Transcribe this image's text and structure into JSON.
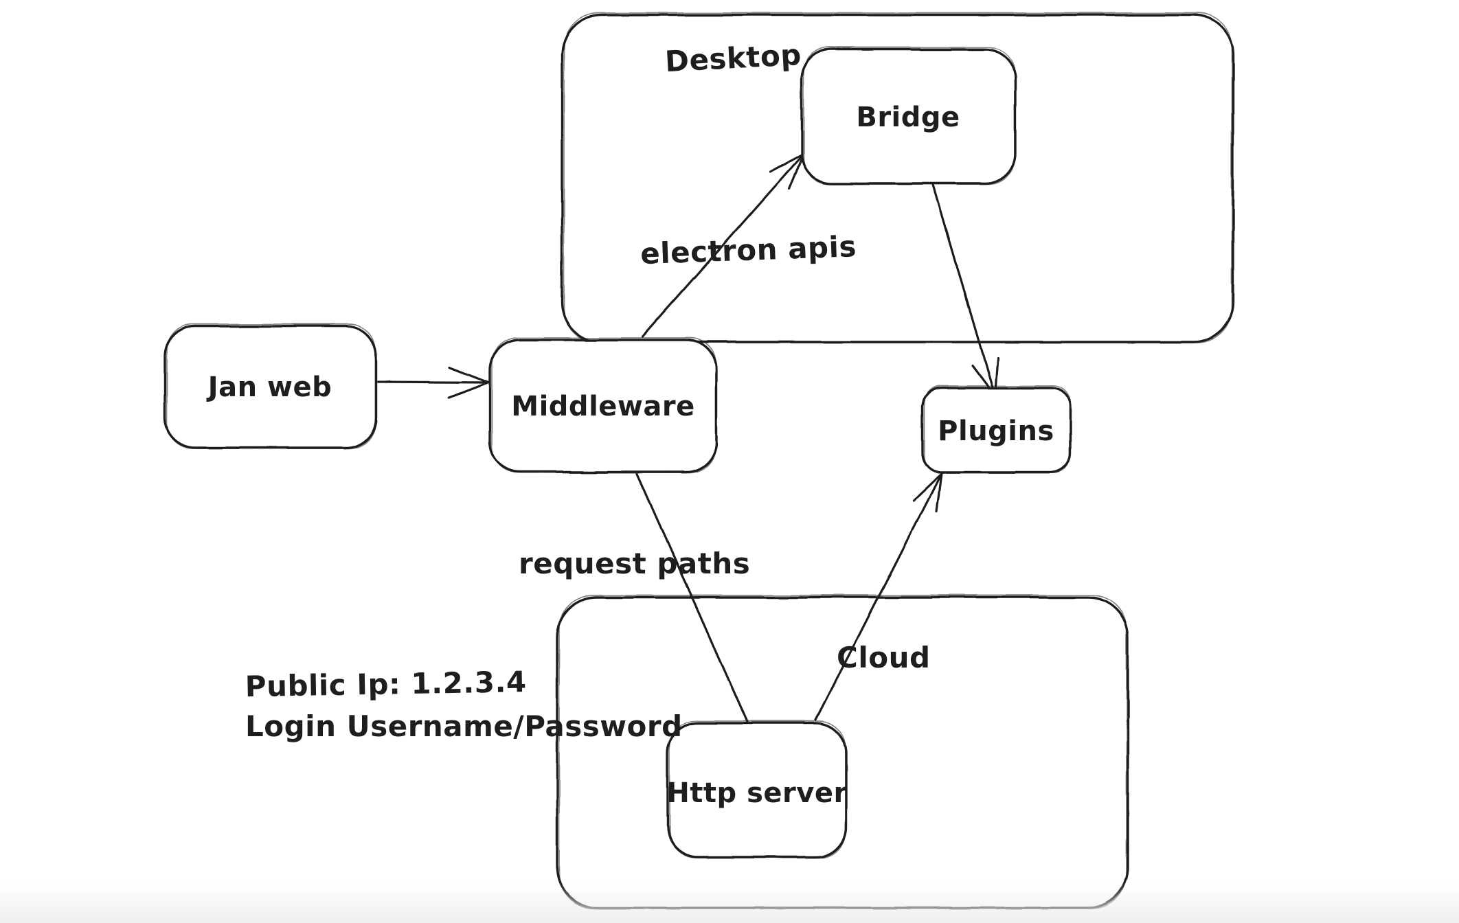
{
  "diagram": {
    "colors": {
      "stroke": "#1e1e1e",
      "background": "#ffffff"
    },
    "containers": {
      "desktop": {
        "label": "Desktop"
      },
      "cloud": {
        "label": "Cloud"
      }
    },
    "nodes": {
      "jan_web": {
        "label": "Jan web"
      },
      "middleware": {
        "label": "Middleware"
      },
      "bridge": {
        "label": "Bridge"
      },
      "plugins": {
        "label": "Plugins"
      },
      "http_server": {
        "label": "Http server"
      }
    },
    "edges": {
      "jan_web_to_middleware": {
        "label": ""
      },
      "middleware_to_bridge": {
        "label": "electron apis"
      },
      "bridge_to_plugins": {
        "label": ""
      },
      "middleware_to_http_server": {
        "label": "request paths"
      },
      "http_server_to_plugins": {
        "label": ""
      }
    },
    "notes": {
      "line1": "Public Ip: 1.2.3.4",
      "line2": "Login Username/Password"
    }
  }
}
